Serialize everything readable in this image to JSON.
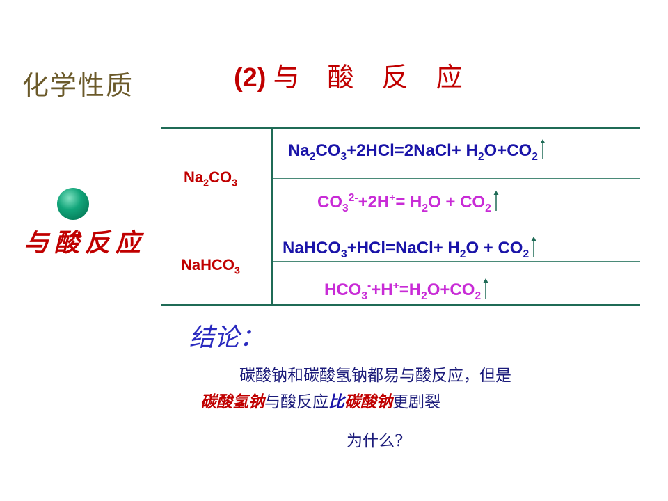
{
  "heading": {
    "left": "化学性质",
    "center_num": "(2)",
    "center_text": "与 酸 反 应"
  },
  "side_label": "与酸反应",
  "table": {
    "rows": [
      {
        "compound": [
          "Na",
          "2",
          "CO",
          "3"
        ],
        "eq1": "Na₂CO₃+2HCl=2NaCl+ H₂O+CO₂↑",
        "eq2": "CO₃²⁻+2H⁺= H₂O + CO₂↑"
      },
      {
        "compound": [
          "NaHCO",
          "3"
        ],
        "eq1": "NaHCO₃+HCl=NaCl+ H₂O + CO₂↑",
        "eq2": "HCO₃⁻+H⁺=H₂O+CO₂↑"
      }
    ]
  },
  "conclusion": {
    "title": "结论：",
    "line1": "碳酸钠和碳酸氢钠都易与酸反应，但是",
    "line2_a": "碳酸氢钠",
    "line2_b": "与酸反应",
    "line2_c": "比",
    "line2_d": "碳酸钠",
    "line2_e": "更剧裂",
    "line3": "为什么?"
  },
  "colors": {
    "title_red": "#c00000",
    "equation_blue": "#1a14a8",
    "ionic_magenta": "#c82bd6",
    "table_line": "#1f6b56"
  }
}
